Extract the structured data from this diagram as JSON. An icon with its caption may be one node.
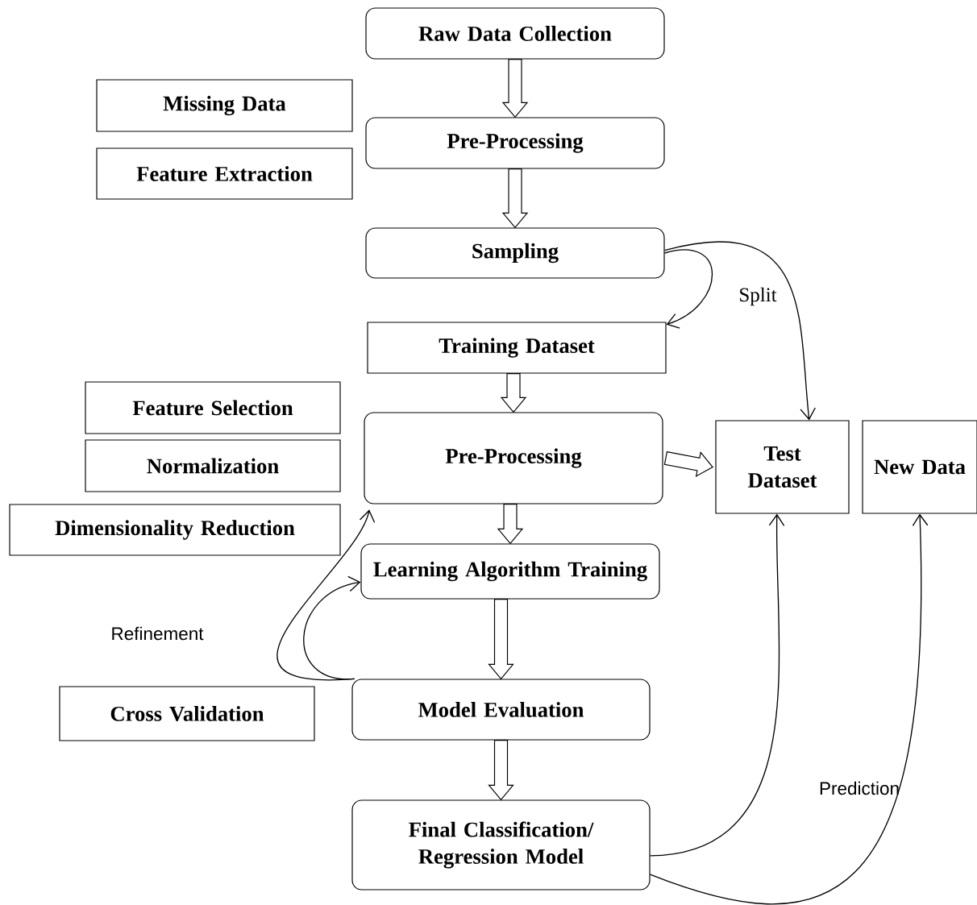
{
  "diagram": {
    "nodes": [
      {
        "text": [
          "Raw Data Collection"
        ]
      },
      {
        "text": [
          "Missing Data"
        ]
      },
      {
        "text": [
          "Feature Extraction"
        ]
      },
      {
        "text": [
          "Pre-Processing"
        ]
      },
      {
        "text": [
          "Sampling"
        ]
      },
      {
        "text": [
          "Training Dataset"
        ]
      },
      {
        "text": [
          "Feature Selection"
        ]
      },
      {
        "text": [
          "Normalization"
        ]
      },
      {
        "text": [
          "Dimensionality Reduction"
        ]
      },
      {
        "text": [
          "Pre-Processing"
        ]
      },
      {
        "text": [
          "Test Dataset"
        ]
      },
      {
        "text": [
          "New Data"
        ]
      },
      {
        "text": [
          "Learning Algorithm Training"
        ]
      },
      {
        "text": [
          "Cross Validation"
        ]
      },
      {
        "text": [
          "Model Evaluation"
        ]
      },
      {
        "text": [
          "Final Classification/ Regression Model"
        ]
      }
    ],
    "edges": [
      {
        "from": 0,
        "to": 3,
        "arrow": "to",
        "style": "thick"
      },
      {
        "from": 3,
        "to": 4,
        "arrow": "to",
        "style": "thick"
      },
      {
        "from": 4,
        "to": 5,
        "arrow": "to"
      },
      {
        "from": 4,
        "to": 10,
        "arrow": "to"
      },
      {
        "from": 5,
        "to": 9,
        "arrow": "to",
        "style": "thick"
      },
      {
        "from": 9,
        "to": 10,
        "arrow": "to",
        "style": "thick"
      },
      {
        "from": 9,
        "to": 12,
        "arrow": "to",
        "style": "thick"
      },
      {
        "from": 12,
        "to": 14,
        "arrow": "to",
        "style": "thick"
      },
      {
        "from": 14,
        "to": 15,
        "arrow": "to",
        "style": "thick"
      },
      {
        "from": 14,
        "to": 9,
        "arrow": "to"
      },
      {
        "from": 14,
        "to": 12,
        "arrow": "to"
      },
      {
        "from": 15,
        "to": 10,
        "arrow": "to"
      },
      {
        "from": 15,
        "to": 11,
        "arrow": "to"
      }
    ],
    "labels": [
      "Split",
      "Refinement",
      "Prediction"
    ]
  }
}
